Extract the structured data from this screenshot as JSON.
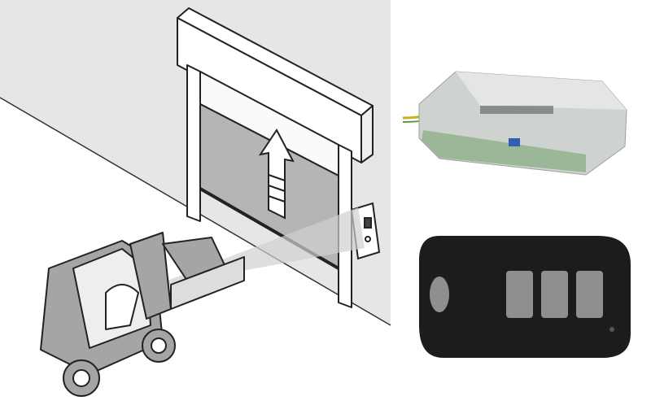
{
  "colors": {
    "wall": "#e6e6e6",
    "floor": "#f7f7f7",
    "door_panel": "#b5b5b5",
    "outline": "#222222",
    "remote_body": "#1c1c1e",
    "remote_button": "#8f8f92",
    "receiver_case": "#cfd3cf",
    "receiver_board": "#4e7a4a"
  },
  "illustration": {
    "subject": "forklift-operator-opening-rapid-roll-door-with-remote",
    "arrow_direction": "up"
  },
  "products": {
    "receiver_buttons": 0,
    "remote_buttons": 3
  }
}
